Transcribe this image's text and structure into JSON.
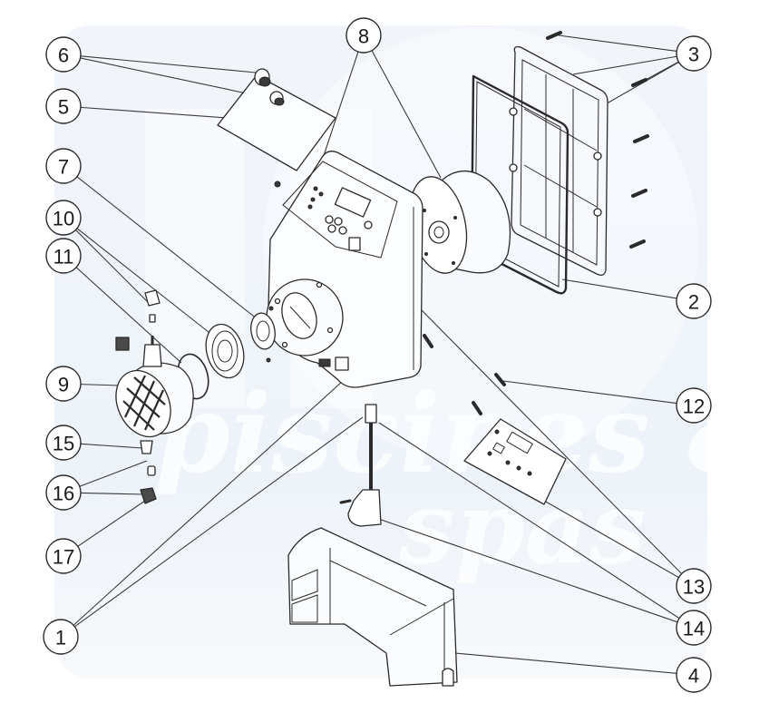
{
  "diagram": {
    "title": "",
    "type": "exploded-parts-view",
    "subject": "dosing pump",
    "watermark": {
      "line1": "piscines &",
      "line2": "spas",
      "logo": "H2O"
    },
    "colors": {
      "line": "#2a2a2a",
      "background": "#eef3f9",
      "watermark": "#ffffff"
    },
    "callouts": [
      {
        "number": "1",
        "part": "pump-body-housing"
      },
      {
        "number": "2",
        "part": "rear-gasket"
      },
      {
        "number": "3",
        "part": "rear-cover-and-screws"
      },
      {
        "number": "4",
        "part": "wall-bracket"
      },
      {
        "number": "5",
        "part": "front-label-panel"
      },
      {
        "number": "6",
        "part": "knobs"
      },
      {
        "number": "7",
        "part": "flange-washer"
      },
      {
        "number": "8",
        "part": "electromagnet-and-screws"
      },
      {
        "number": "9",
        "part": "pump-head"
      },
      {
        "number": "10",
        "part": "diaphragm-and-discharge-valve"
      },
      {
        "number": "11",
        "part": "o-ring"
      },
      {
        "number": "12",
        "part": "fixing-pin"
      },
      {
        "number": "13",
        "part": "circuit-board-and-display"
      },
      {
        "number": "14",
        "part": "power-cable-and-gland"
      },
      {
        "number": "15",
        "part": "suction-valve"
      },
      {
        "number": "16",
        "part": "valve-insert-and-nut"
      },
      {
        "number": "17",
        "part": "suction-nut"
      }
    ]
  }
}
